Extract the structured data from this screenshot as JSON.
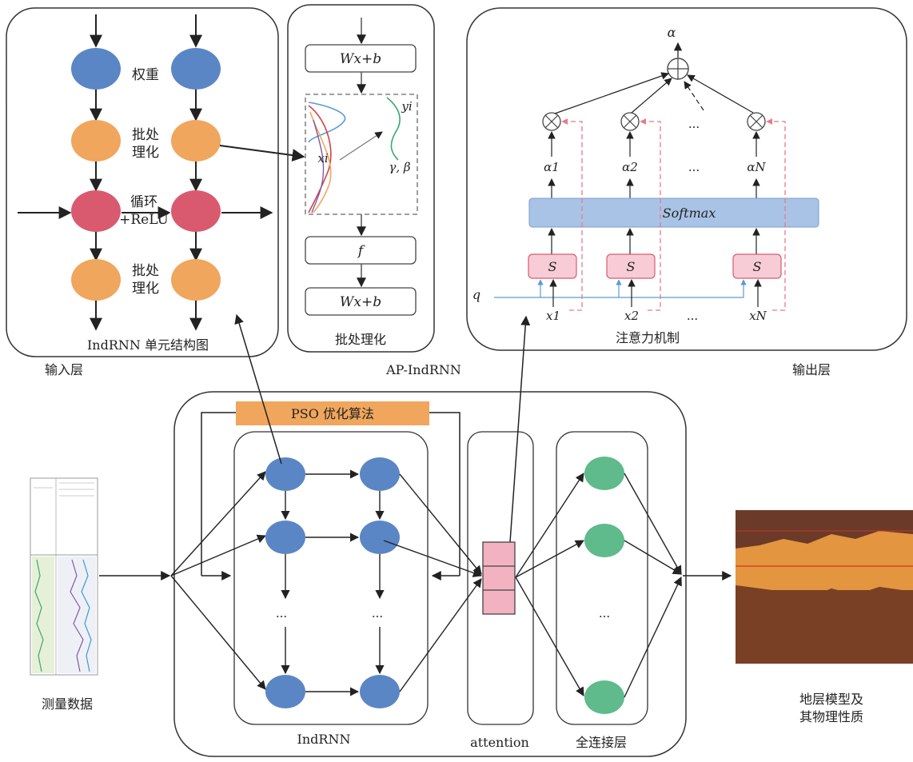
{
  "input_layer": {
    "panel_title": "IndRNN 单元结构图",
    "label_weight": "权重",
    "label_bn1": "批处\n理化",
    "label_recurrent": "循环\n+ReLU",
    "label_bn2": "批处\n理化",
    "caption": "输入层"
  },
  "ap_indrnn": {
    "box_top": "Wx+b",
    "label_xi": "xi",
    "label_yi": "yi",
    "label_gamma_beta": "γ, β",
    "box_f": "f",
    "box_bottom": "Wx+b",
    "panel_title": "批处理化",
    "caption": "AP-IndRNN"
  },
  "output_layer": {
    "alpha": "α",
    "dots": "...",
    "alpha_1": "α1",
    "alpha_2": "α2",
    "alpha_n": "αN",
    "softmax": "Softmax",
    "score": "S",
    "q": "q",
    "x_1": "x1",
    "x_2": "x2",
    "x_n": "xN",
    "panel_title": "注意力机制",
    "caption": "输出层"
  },
  "network": {
    "pso": "PSO 优化算法",
    "input_caption": "测量数据",
    "indrnn_caption": "IndRNN",
    "attention_caption": "attention",
    "fc_caption": "全连接层",
    "dots": "...",
    "output_caption": "地层模型及\n其物理性质"
  },
  "colors": {
    "blue_node": "#5b86c5",
    "orange_node": "#f0a65d",
    "red_node": "#d95a6f",
    "green_node": "#5fba8c",
    "pink_box": "#f2b2c0",
    "softmax": "#a9c3e6",
    "pso": "#f0a65d"
  }
}
